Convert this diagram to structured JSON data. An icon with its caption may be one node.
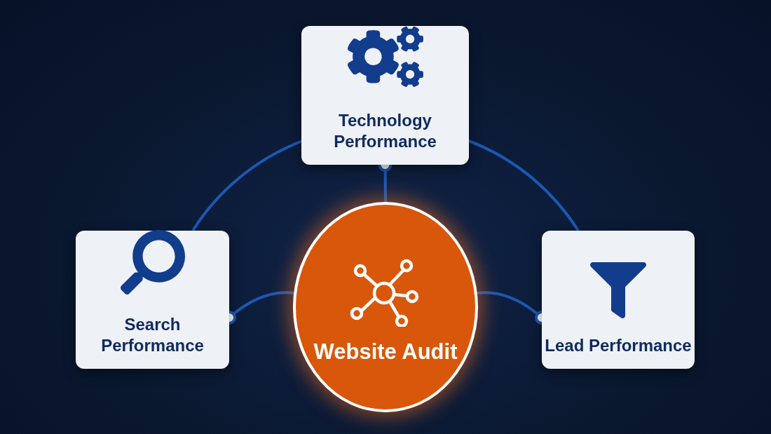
{
  "diagram": {
    "nodes": [
      {
        "text": [
          "Technology Performance"
        ]
      },
      {
        "text": [
          "Search Performance"
        ]
      },
      {
        "text": [
          "Website Audit"
        ]
      },
      {
        "text": [
          "Lead Performance"
        ]
      }
    ],
    "edges": [
      {
        "from": 2,
        "to": 0,
        "arrow": "other"
      },
      {
        "from": 2,
        "to": 1,
        "arrow": "other"
      },
      {
        "from": 2,
        "to": 3,
        "arrow": "other"
      },
      {
        "from": 1,
        "to": 0,
        "arrow": "none"
      },
      {
        "from": 0,
        "to": 3,
        "arrow": "none"
      }
    ]
  }
}
